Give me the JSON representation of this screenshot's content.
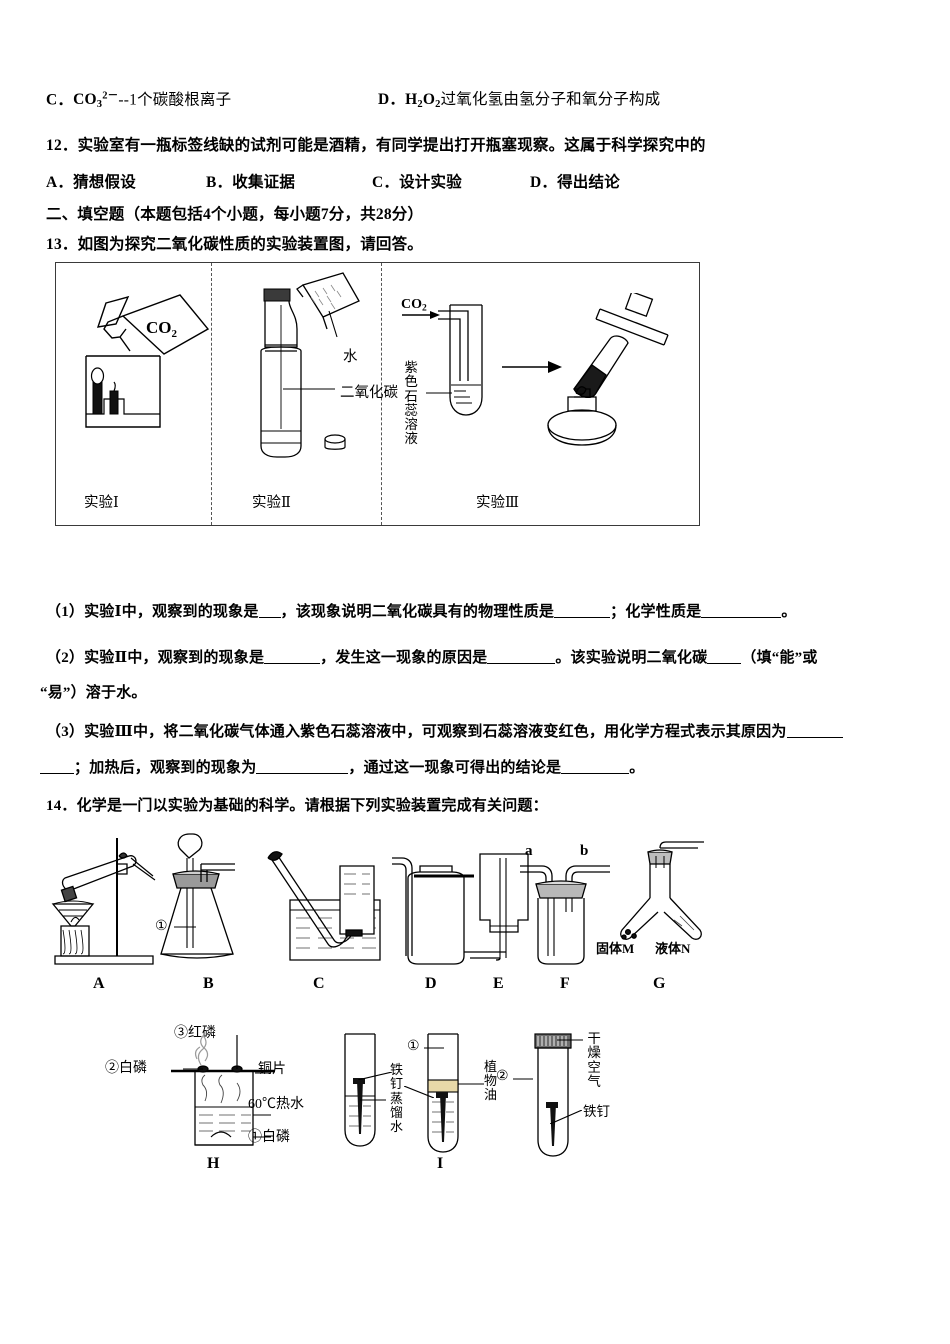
{
  "document": {
    "type": "chemistry-exam-page",
    "language": "zh-CN"
  },
  "question_11_options": {
    "option_c_letter": "C．",
    "option_c_formula_main": "CO",
    "option_c_formula_sub": "3",
    "option_c_formula_sup": "2－",
    "option_c_text": "--1个碳酸根离子",
    "option_d_letter": "D．",
    "option_d_formula_h": "H",
    "option_d_formula_sub1": "2",
    "option_d_formula_o": "O",
    "option_d_formula_sub2": "2",
    "option_d_text": "过氧化氢由氢分子和氧分子构成"
  },
  "question_12": {
    "number": "12．",
    "stem": "实验室有一瓶标签线缺的试剂可能是酒精，有同学提出打开瓶塞现察。这属于科学探究中的",
    "options": [
      {
        "letter": "A．",
        "label": "猜想假设"
      },
      {
        "letter": "B．",
        "label": "收集证据"
      },
      {
        "letter": "C．",
        "label": "设计实验"
      },
      {
        "letter": "D．",
        "label": "得出结论"
      }
    ]
  },
  "section_two": {
    "heading": "二、填空题（本题包括4个小题，每小题7分，共28分）"
  },
  "question_13": {
    "number": "13．",
    "stem": "如图为探究二氧化碳性质的实验装置图，请回答。",
    "figure": {
      "panels": [
        {
          "caption": "实验Ⅰ",
          "labels": [
            {
              "name": "co2-bottle-label",
              "text": "CO₂"
            }
          ]
        },
        {
          "caption": "实验Ⅱ",
          "labels": [
            {
              "name": "water-label",
              "text": "水"
            },
            {
              "name": "carbon-dioxide-label",
              "text": "二氧化碳"
            }
          ]
        },
        {
          "caption": "实验Ⅲ",
          "labels": [
            {
              "name": "co2-inlet-label",
              "text": "CO₂"
            },
            {
              "name": "purple-litmus-label",
              "text": "紫色\n石蕊\n溶液"
            }
          ]
        }
      ]
    },
    "sub_questions": [
      {
        "number": "（1）",
        "parts": [
          "实验Ⅰ中，观察到的现象是",
          "，该现象说明二氧化碳具有的物理性质是",
          "；化学性质是",
          "。"
        ]
      },
      {
        "number": "（2）",
        "parts": [
          "实验Ⅱ中，观察到的现象是",
          "，发生这一现象的原因是",
          "。该实验说明二氧化碳",
          "（填“能”或",
          "“易”）溶于水。"
        ]
      },
      {
        "number": "（3）",
        "parts": [
          "实验Ⅲ中，将二氧化碳气体通入紫色石蕊溶液中，可观察到石蕊溶液变红色，用化学方程式表示其原因为",
          "；加热后，观察到的现象为",
          "，通过这一现象可得出的结论是",
          "。"
        ]
      }
    ]
  },
  "question_14": {
    "number": "14．",
    "stem": "化学是一门以实验为基础的科学。请根据下列实验装置完成有关问题：",
    "apparatus_row1": [
      {
        "letter": "A",
        "name": "heating-test-tube-setup",
        "labels": []
      },
      {
        "letter": "B",
        "name": "conical-flask-thistle-funnel",
        "labels": [
          {
            "text": "①",
            "name": "callout-1"
          }
        ]
      },
      {
        "letter": "C",
        "name": "water-displacement-collection",
        "labels": []
      },
      {
        "letter": "D",
        "name": "gas-collection-bottle",
        "labels": []
      },
      {
        "letter": "E",
        "name": "downward-delivery-bottle",
        "labels": []
      },
      {
        "letter": "F",
        "name": "gas-washing-bottle",
        "labels": [
          {
            "text": "a",
            "name": "port-a-label"
          },
          {
            "text": "b",
            "name": "port-b-label"
          }
        ]
      },
      {
        "letter": "G",
        "name": "y-tube-apparatus",
        "labels": [
          {
            "text": "固体M",
            "name": "solid-m-label"
          },
          {
            "text": "液体N",
            "name": "liquid-n-label"
          }
        ]
      }
    ],
    "apparatus_row2": [
      {
        "letter": "H",
        "name": "phosphorus-combustion-experiment",
        "labels": [
          {
            "text": "③红磷",
            "name": "red-phosphorus-3-label"
          },
          {
            "text": "②白磷",
            "name": "white-phosphorus-2-label"
          },
          {
            "text": "铜片",
            "name": "copper-sheet-label"
          },
          {
            "text": "60℃热水",
            "name": "hot-water-label"
          },
          {
            "text": "①白磷",
            "name": "white-phosphorus-1-label"
          }
        ]
      },
      {
        "letter": "I",
        "name": "iron-nail-rusting-experiment",
        "labels": [
          {
            "text": "①",
            "name": "callout-1"
          },
          {
            "text": "铁钉",
            "name": "iron-nail-label-left"
          },
          {
            "text": "蒸馏水",
            "name": "distilled-water-label"
          },
          {
            "text": "植物油",
            "name": "vegetable-oil-label"
          },
          {
            "text": "②",
            "name": "callout-2"
          },
          {
            "text": "干燥空气",
            "name": "dry-air-label"
          },
          {
            "text": "铁钉",
            "name": "iron-nail-label-right"
          }
        ]
      }
    ]
  },
  "colors": {
    "ink": "#000000",
    "box_border": "#3a3a3a",
    "dashed_divider": "#555555",
    "oil_fill": "#e8d9a8",
    "glass_fill": "#fdfdfd"
  }
}
